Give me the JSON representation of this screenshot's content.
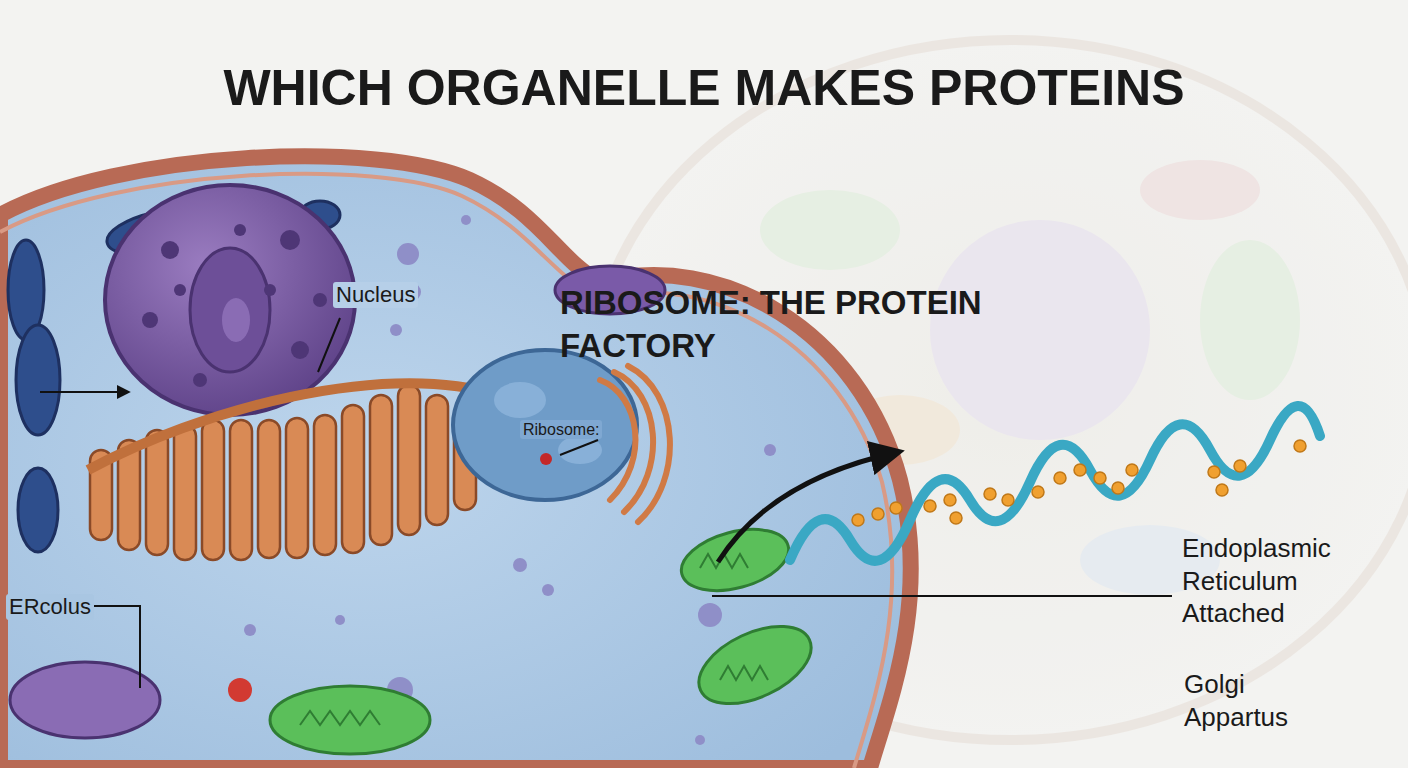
{
  "diagram": {
    "title": "WHICH ORGANELLE MAKES PROTEINS",
    "labels": [
      "Nucleus",
      "RIBOSOME: THE PROTEIN FACTORY",
      "Ribosome:",
      "ERcolus",
      "Endoplasmic Reticulum Attached",
      "Golgi Appartus"
    ]
  }
}
